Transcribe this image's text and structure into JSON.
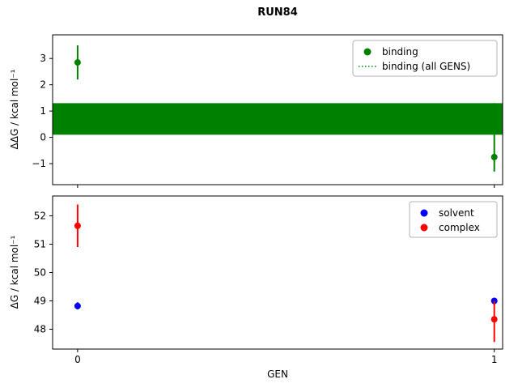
{
  "figure": {
    "title": "RUN84",
    "background": "#ffffff"
  },
  "colors": {
    "binding_green": "#008000",
    "solvent_blue": "#0000ff",
    "complex_red": "#ff0000",
    "axis_black": "#000000",
    "legend_border": "#b3b3b3"
  },
  "chart_data": [
    {
      "type": "scatter",
      "name": "binding-ddg-chart",
      "title": "RUN84",
      "ylabel": "ΔΔG / kcal mol⁻¹",
      "xlabel": "",
      "ylim": [
        -1.8,
        3.9
      ],
      "yticks": [
        -1,
        0,
        1,
        2,
        3
      ],
      "xlim": [
        -0.06,
        1.02
      ],
      "xticks": [
        0,
        1
      ],
      "show_x_tick_labels": false,
      "grid": false,
      "legend_loc": "upper right",
      "legend": [
        {
          "label": "binding",
          "marker": "dot",
          "color": "#008000"
        },
        {
          "label": "binding (all GENS)",
          "marker": "dotted-line",
          "color": "#008000"
        }
      ],
      "band": {
        "label": "binding (all GENS)",
        "y_low": 0.1,
        "y_high": 1.3,
        "color": "#008000"
      },
      "series": [
        {
          "name": "binding",
          "color": "#008000",
          "points": [
            {
              "x": 0,
              "y": 2.85,
              "err_low": 2.2,
              "err_high": 3.5
            },
            {
              "x": 1,
              "y": -0.75,
              "err_low": -1.3,
              "err_high": 1.3
            }
          ]
        }
      ]
    },
    {
      "type": "scatter",
      "name": "leg-dg-chart",
      "title": "",
      "ylabel": "ΔG / kcal mol⁻¹",
      "xlabel": "GEN",
      "ylim": [
        47.3,
        52.7
      ],
      "yticks": [
        48,
        49,
        50,
        51,
        52
      ],
      "xlim": [
        -0.06,
        1.02
      ],
      "xticks": [
        0,
        1
      ],
      "show_x_tick_labels": true,
      "grid": false,
      "legend_loc": "upper right",
      "legend": [
        {
          "label": "solvent",
          "marker": "dot",
          "color": "#0000ff"
        },
        {
          "label": "complex",
          "marker": "dot",
          "color": "#ff0000"
        }
      ],
      "series": [
        {
          "name": "solvent",
          "color": "#0000ff",
          "points": [
            {
              "x": 0,
              "y": 48.82,
              "err_low": 48.7,
              "err_high": 48.95
            },
            {
              "x": 1,
              "y": 49.0,
              "err_low": 48.85,
              "err_high": 49.1
            }
          ]
        },
        {
          "name": "complex",
          "color": "#ff0000",
          "points": [
            {
              "x": 0,
              "y": 51.65,
              "err_low": 50.9,
              "err_high": 52.4
            },
            {
              "x": 1,
              "y": 48.35,
              "err_low": 47.55,
              "err_high": 49.0
            }
          ]
        }
      ]
    }
  ]
}
